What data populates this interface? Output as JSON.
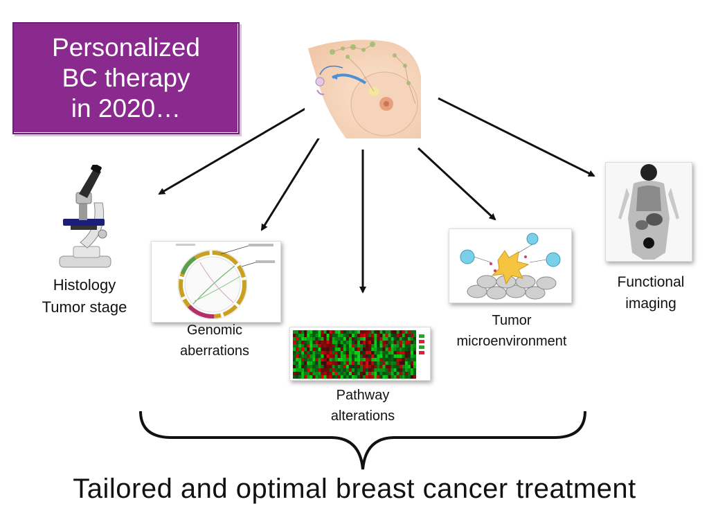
{
  "title": {
    "lines": [
      "Personalized",
      "BC therapy",
      "in 2020…"
    ],
    "color": "#8a2a8e"
  },
  "nodes": [
    {
      "id": "histology",
      "lines": [
        "Histology",
        "Tumor stage"
      ],
      "icon": "microscope-icon"
    },
    {
      "id": "genomic",
      "lines": [
        "Genomic",
        "aberrations"
      ],
      "icon": "circos-plot-image"
    },
    {
      "id": "pathway",
      "lines": [
        "Pathway",
        "alterations"
      ],
      "icon": "heatmap-image"
    },
    {
      "id": "microenvironment",
      "lines": [
        "Tumor",
        "microenvironment"
      ],
      "icon": "cell-diagram-image"
    },
    {
      "id": "imaging",
      "lines": [
        "Functional",
        "imaging"
      ],
      "icon": "pet-scan-image"
    }
  ],
  "center_image": "breast-anatomy-image",
  "caption": "Tailored and optimal breast cancer treatment"
}
